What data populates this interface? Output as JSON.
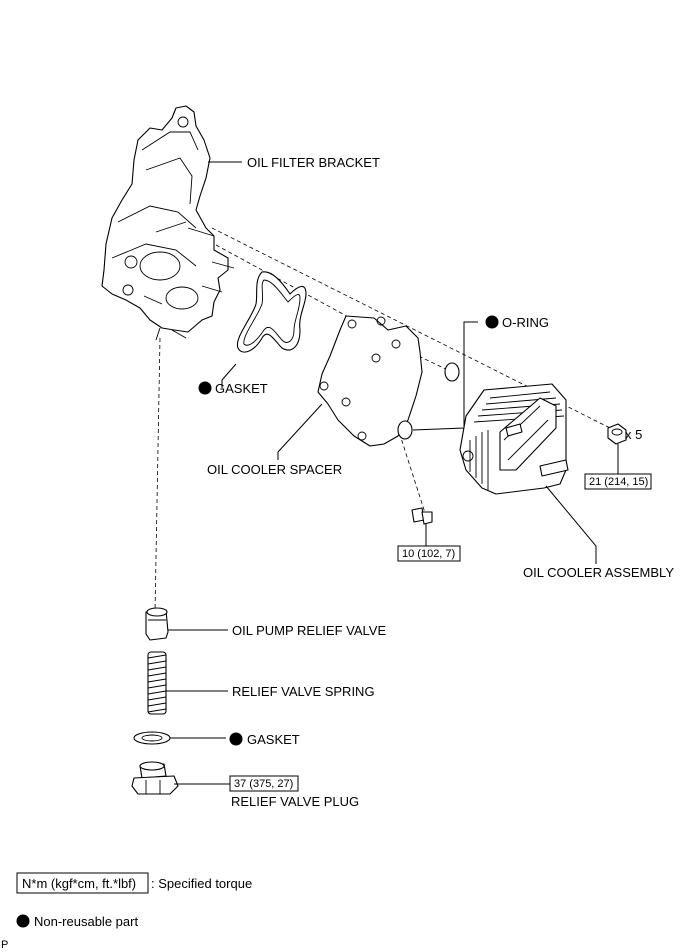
{
  "labels": {
    "oil_filter_bracket": "OIL FILTER BRACKET",
    "o_ring": "O-RING",
    "gasket_upper": "GASKET",
    "oil_cooler_spacer": "OIL COOLER SPACER",
    "oil_cooler_assembly": "OIL COOLER ASSEMBLY",
    "oil_pump_relief_valve": "OIL PUMP RELIEF VALVE",
    "relief_valve_spring": "RELIEF VALVE SPRING",
    "gasket_lower": "GASKET",
    "relief_valve_plug": "RELIEF VALVE PLUG"
  },
  "torques": {
    "nut": "21 (214, 15)",
    "bolt": "10 (102, 7)",
    "plug": "37 (375, 27)"
  },
  "quantities": {
    "nut_count": "x 5"
  },
  "legend": {
    "torque_units": "N*m (kgf*cm, ft.*lbf)",
    "torque_desc": ": Specified torque",
    "non_reusable": "Non-reusable part"
  },
  "figure_code": "P"
}
